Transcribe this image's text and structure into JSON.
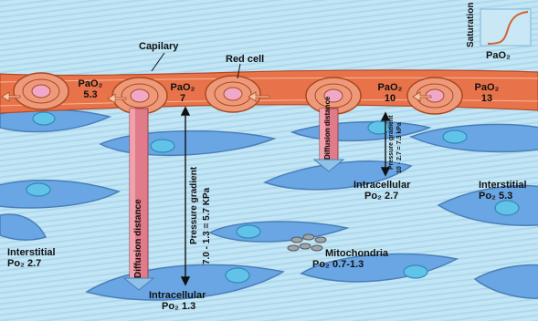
{
  "labels": {
    "capillary": "Capilary",
    "red_cell": "Red cell",
    "saturation": "Saturation",
    "pao2_axis": "PaO₂",
    "diffusion_distance": "Diffusion distance",
    "pressure_gradient_1": "Pressure gradient",
    "pressure_gradient_1_value": "7.0 - 1.3 = 5.7 KPa",
    "pressure_gradient_2": "Pressure gradient",
    "pressure_gradient_2_value": "10 - 2.7 = 7.3 kPa",
    "intracellular_2_7": "Intracellular",
    "intracellular_2_7_value": "Po₂ 2.7",
    "intracellular_1_3": "Intracellular",
    "intracellular_1_3_value": "Po₂ 1.3",
    "interstitial_left": "Interstitial",
    "interstitial_left_value": "Po₂ 2.7",
    "interstitial_right": "Interstitial",
    "interstitial_right_value": "Po₂ 5.3",
    "mitochondria": "Mitochondria",
    "mitochondria_value": "Po₂ 0.7-1.3"
  },
  "red_cells": [
    {
      "label": "PaO₂",
      "value": "5.3"
    },
    {
      "label": "PaO₂",
      "value": "7"
    },
    {
      "label": "PaO₂",
      "value": "10"
    },
    {
      "label": "PaO₂",
      "value": "13"
    }
  ],
  "colors": {
    "background": "#bfe3f3",
    "capillary": "#e8734a",
    "red_cell_fill": "#ee9a7a",
    "nucleus": "#f0a8c8",
    "tissue_cell": "#6aa6e4",
    "tissue_nucleus": "#62c3e8",
    "outline": "#555555"
  }
}
